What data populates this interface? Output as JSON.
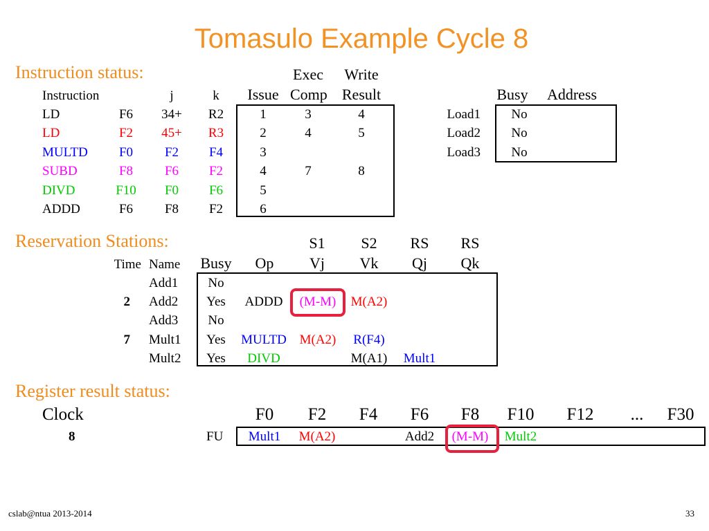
{
  "title": "Tomasulo Example Cycle 8",
  "instruction_status": {
    "heading": "Instruction status:",
    "header_top": {
      "exec": "Exec",
      "write": "Write"
    },
    "header": {
      "instruction": "Instruction",
      "j": "j",
      "k": "k",
      "issue": "Issue",
      "comp": "Comp",
      "result": "Result"
    },
    "rows": [
      {
        "op": "LD",
        "dest": "F6",
        "j": "34+",
        "k": "R2",
        "issue": "1",
        "comp": "3",
        "result": "4",
        "color": "#000000"
      },
      {
        "op": "LD",
        "dest": "F2",
        "j": "45+",
        "k": "R3",
        "issue": "2",
        "comp": "4",
        "result": "5",
        "color": "#ff0000"
      },
      {
        "op": "MULTD",
        "dest": "F0",
        "j": "F2",
        "k": "F4",
        "issue": "3",
        "comp": "",
        "result": "",
        "color": "#0000ff"
      },
      {
        "op": "SUBD",
        "dest": "F8",
        "j": "F6",
        "k": "F2",
        "issue": "4",
        "comp": "7",
        "result": "8",
        "color": "#ff00ff"
      },
      {
        "op": "DIVD",
        "dest": "F10",
        "j": "F0",
        "k": "F6",
        "issue": "5",
        "comp": "",
        "result": "",
        "color": "#00cc00"
      },
      {
        "op": "ADDD",
        "dest": "F6",
        "j": "F8",
        "k": "F2",
        "issue": "6",
        "comp": "",
        "result": "",
        "color": "#000000"
      }
    ]
  },
  "load_buffers": {
    "header": {
      "busy": "Busy",
      "address": "Address"
    },
    "rows": [
      {
        "name": "Load1",
        "busy": "No",
        "address": ""
      },
      {
        "name": "Load2",
        "busy": "No",
        "address": ""
      },
      {
        "name": "Load3",
        "busy": "No",
        "address": ""
      }
    ]
  },
  "reservation_stations": {
    "heading": "Reservation Stations:",
    "header_top": {
      "s1": "S1",
      "s2": "S2",
      "rs1": "RS",
      "rs2": "RS"
    },
    "header": {
      "time": "Time",
      "name": "Name",
      "busy": "Busy",
      "op": "Op",
      "vj": "Vj",
      "vk": "Vk",
      "qj": "Qj",
      "qk": "Qk"
    },
    "rows": [
      {
        "time": "",
        "name": "Add1",
        "busy": "No",
        "op": "",
        "op_color": "#000000",
        "vj": "",
        "vj_color": "#000000",
        "vk": "",
        "vk_color": "#000000",
        "qj": "",
        "qj_color": "#000000",
        "qk": ""
      },
      {
        "time": "2",
        "name": "Add2",
        "busy": "Yes",
        "op": "ADDD",
        "op_color": "#000000",
        "vj": "(M-M)",
        "vj_color": "#ff00ff",
        "vk": "M(A2)",
        "vk_color": "#ff0000",
        "qj": "",
        "qj_color": "#000000",
        "qk": ""
      },
      {
        "time": "",
        "name": "Add3",
        "busy": "No",
        "op": "",
        "op_color": "#000000",
        "vj": "",
        "vj_color": "#000000",
        "vk": "",
        "vk_color": "#000000",
        "qj": "",
        "qj_color": "#000000",
        "qk": ""
      },
      {
        "time": "7",
        "name": "Mult1",
        "busy": "Yes",
        "op": "MULTD",
        "op_color": "#0000ff",
        "vj": "M(A2)",
        "vj_color": "#ff0000",
        "vk": "R(F4)",
        "vk_color": "#0000ff",
        "qj": "",
        "qj_color": "#000000",
        "qk": ""
      },
      {
        "time": "",
        "name": "Mult2",
        "busy": "Yes",
        "op": "DIVD",
        "op_color": "#00cc00",
        "vj": "",
        "vj_color": "#000000",
        "vk": "M(A1)",
        "vk_color": "#000000",
        "qj": "Mult1",
        "qj_color": "#0000ff",
        "qk": ""
      }
    ]
  },
  "register_status": {
    "heading": "Register result status:",
    "clock_label": "Clock",
    "clock_value": "8",
    "fu_label": "FU",
    "registers": [
      {
        "name": "F0",
        "value": "Mult1",
        "color": "#0000ff"
      },
      {
        "name": "F2",
        "value": "M(A2)",
        "color": "#ff0000"
      },
      {
        "name": "F4",
        "value": "",
        "color": "#000000"
      },
      {
        "name": "F6",
        "value": "Add2",
        "color": "#000000"
      },
      {
        "name": "F8",
        "value": "(M-M)",
        "color": "#ff00ff"
      },
      {
        "name": "F10",
        "value": "Mult2",
        "color": "#00cc00"
      },
      {
        "name": "F12",
        "value": "",
        "color": "#000000"
      },
      {
        "name": "...",
        "value": "",
        "color": "#000000"
      },
      {
        "name": "F30",
        "value": "",
        "color": "#000000"
      }
    ]
  },
  "highlight_color": "#e8203e",
  "footer": {
    "left": "cslab@ntua 2013-2014",
    "right": "33"
  }
}
